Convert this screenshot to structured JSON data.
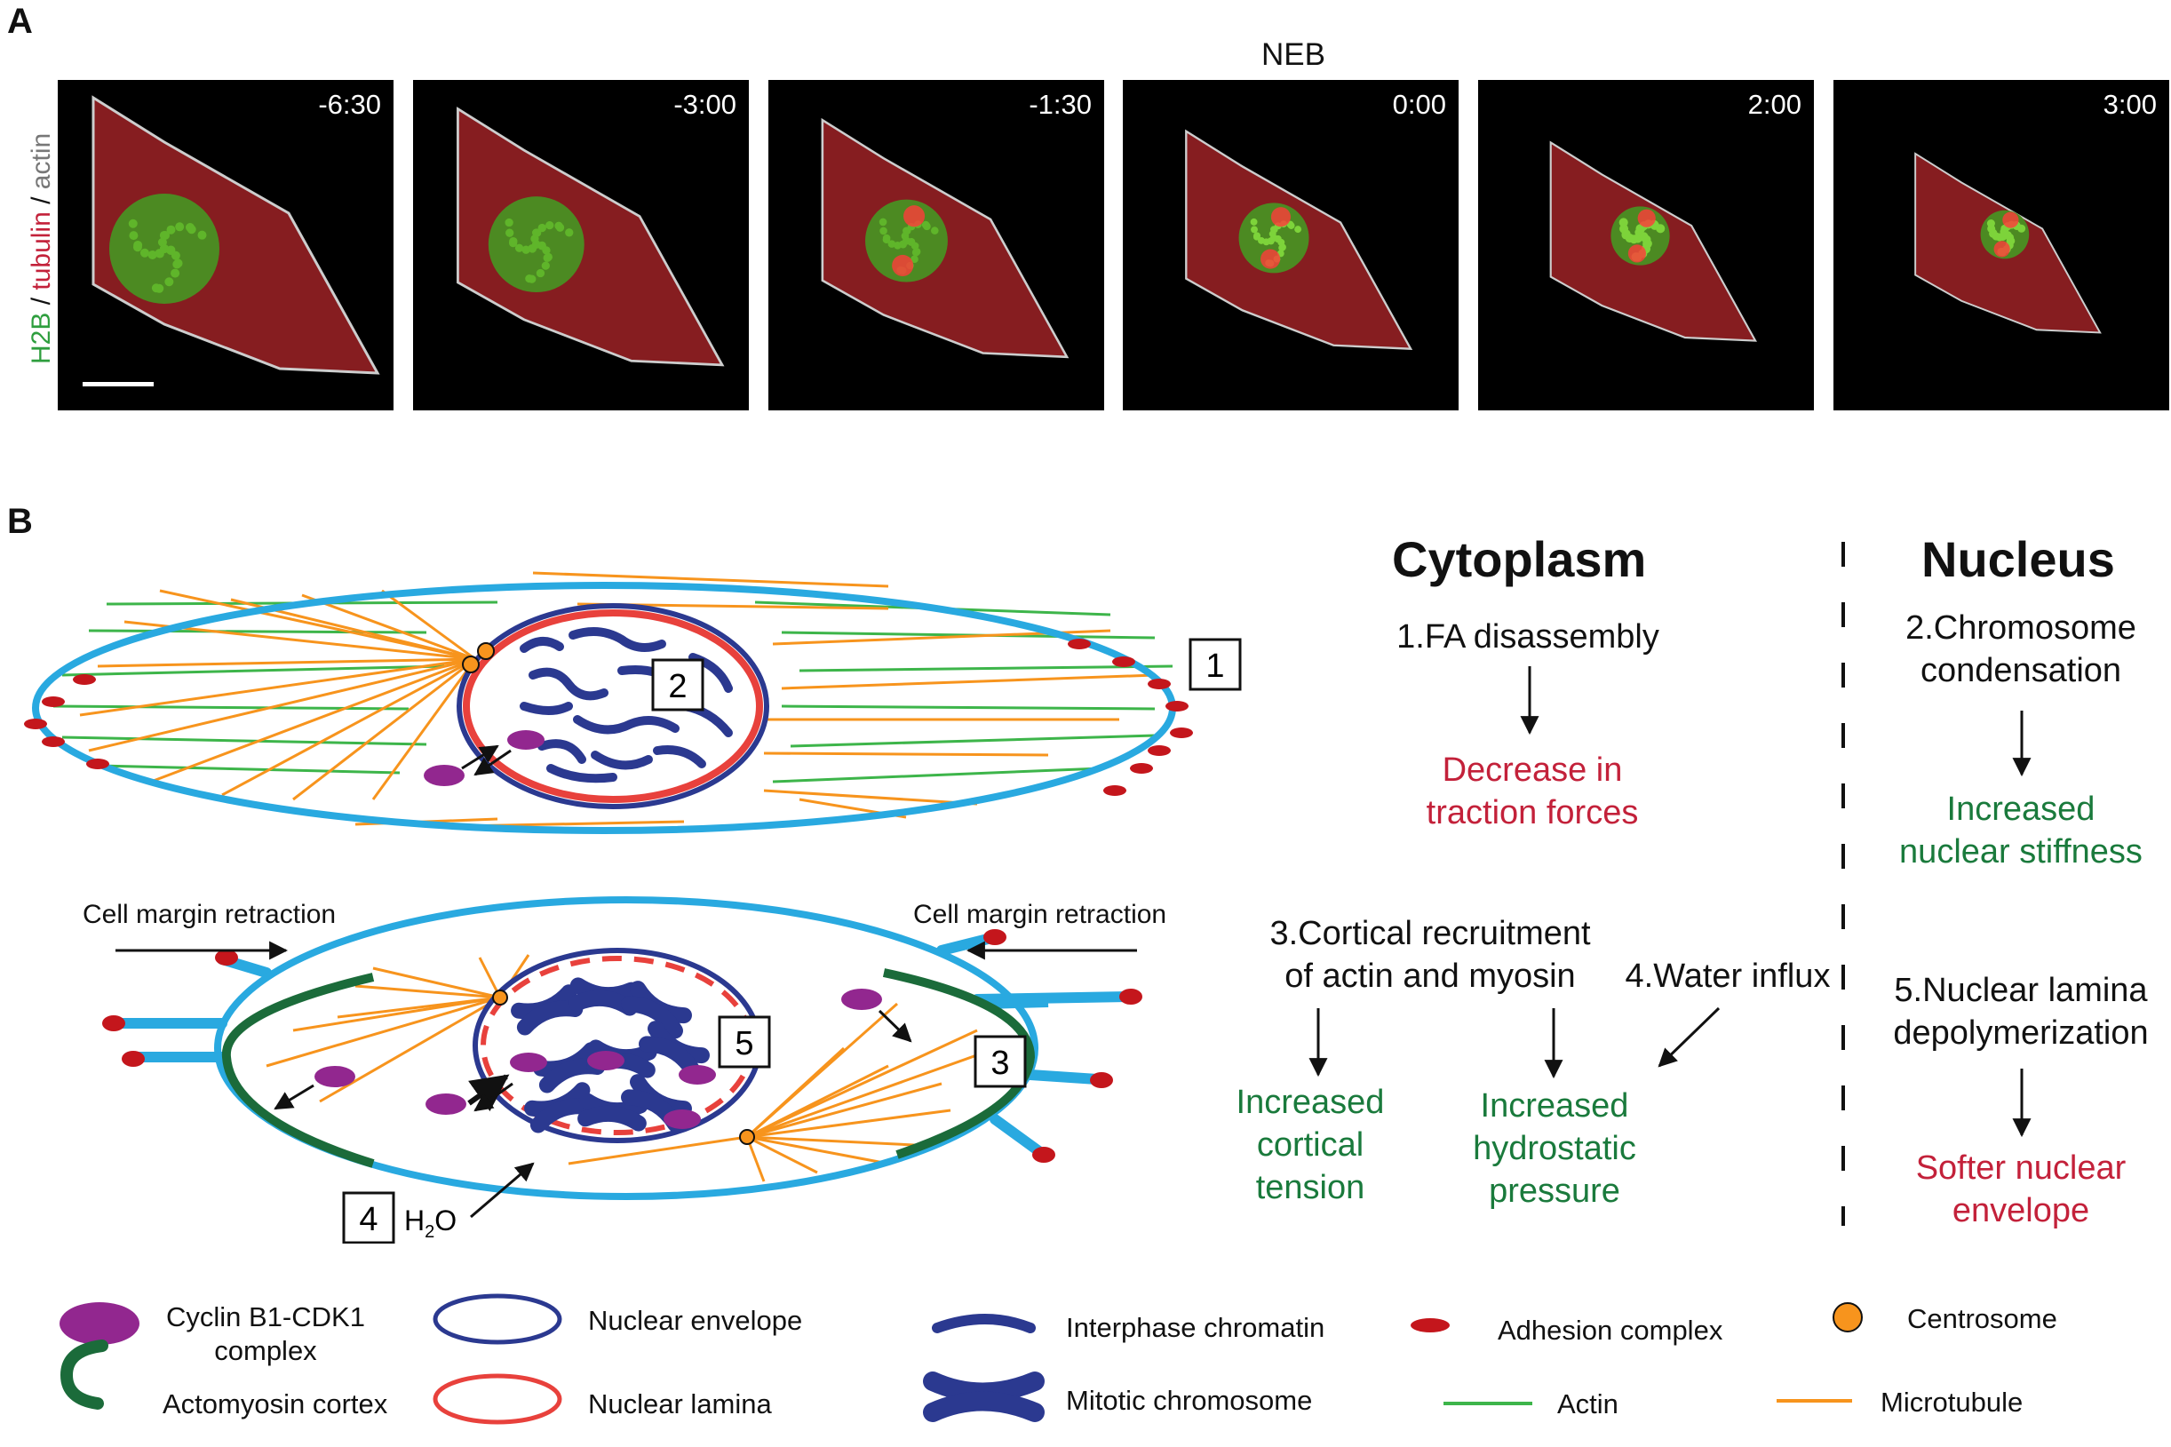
{
  "panelA": {
    "letter": "A",
    "channel_label": {
      "green": "H2B",
      "sep1": " / ",
      "red": "tubulin",
      "sep2": " / ",
      "gray": "actin"
    },
    "neb_label": "NEB",
    "timepoints": [
      "-6:30",
      "-3:00",
      "-1:30",
      "0:00",
      "2:00",
      "3:00"
    ]
  },
  "panelB": {
    "letter": "B",
    "cytoplasm_heading": "Cytoplasm",
    "nucleus_heading": "Nucleus",
    "step1": "1.FA disassembly",
    "result1": [
      "Decrease in",
      "traction forces"
    ],
    "step2": [
      "2.Chromosome",
      "condensation"
    ],
    "result2": [
      "Increased",
      "nuclear stiffness"
    ],
    "step3": [
      "3.Cortical recruitment",
      "of actin and myosin"
    ],
    "step4": "4.Water influx",
    "result3": [
      "Increased",
      "cortical",
      "tension"
    ],
    "result4": [
      "Increased",
      "hydrostatic",
      "pressure"
    ],
    "step5": [
      "5.Nuclear lamina",
      "depolymerization"
    ],
    "result5": [
      "Softer nuclear",
      "envelope"
    ],
    "retraction_left": "Cell margin retraction",
    "retraction_right": "Cell margin retraction",
    "box_labels": [
      "1",
      "2",
      "3",
      "4",
      "5"
    ],
    "water_label": {
      "h": "H",
      "sub": "2",
      "o": "O"
    }
  },
  "legend": [
    {
      "key": "cyclin",
      "label": [
        "Cyclin B1-CDK1",
        "complex"
      ]
    },
    {
      "key": "cortex",
      "label": [
        "Actomyosin cortex"
      ]
    },
    {
      "key": "envelope",
      "label": [
        "Nuclear envelope"
      ]
    },
    {
      "key": "lamina",
      "label": [
        "Nuclear lamina"
      ]
    },
    {
      "key": "interphase",
      "label": [
        "Interphase chromatin"
      ]
    },
    {
      "key": "mitotic",
      "label": [
        "Mitotic chromosome"
      ]
    },
    {
      "key": "adhesion",
      "label": [
        "Adhesion complex"
      ]
    },
    {
      "key": "actin",
      "label": [
        "Actin"
      ]
    },
    {
      "key": "centrosome",
      "label": [
        "Centrosome"
      ]
    },
    {
      "key": "microtubule",
      "label": [
        "Microtubule"
      ]
    }
  ],
  "colors": {
    "membrane": "#29a9e0",
    "envelope": "#2b3990",
    "lamina": "#e8413c",
    "actin": "#3db54a",
    "microtubule": "#f7941d",
    "cyclin": "#92278f",
    "cortex": "#1b6b3a",
    "adhesion": "#c4161c",
    "centrosome": "#f7941d",
    "green_text": "#1a7a3c",
    "red_text": "#c3213a"
  }
}
